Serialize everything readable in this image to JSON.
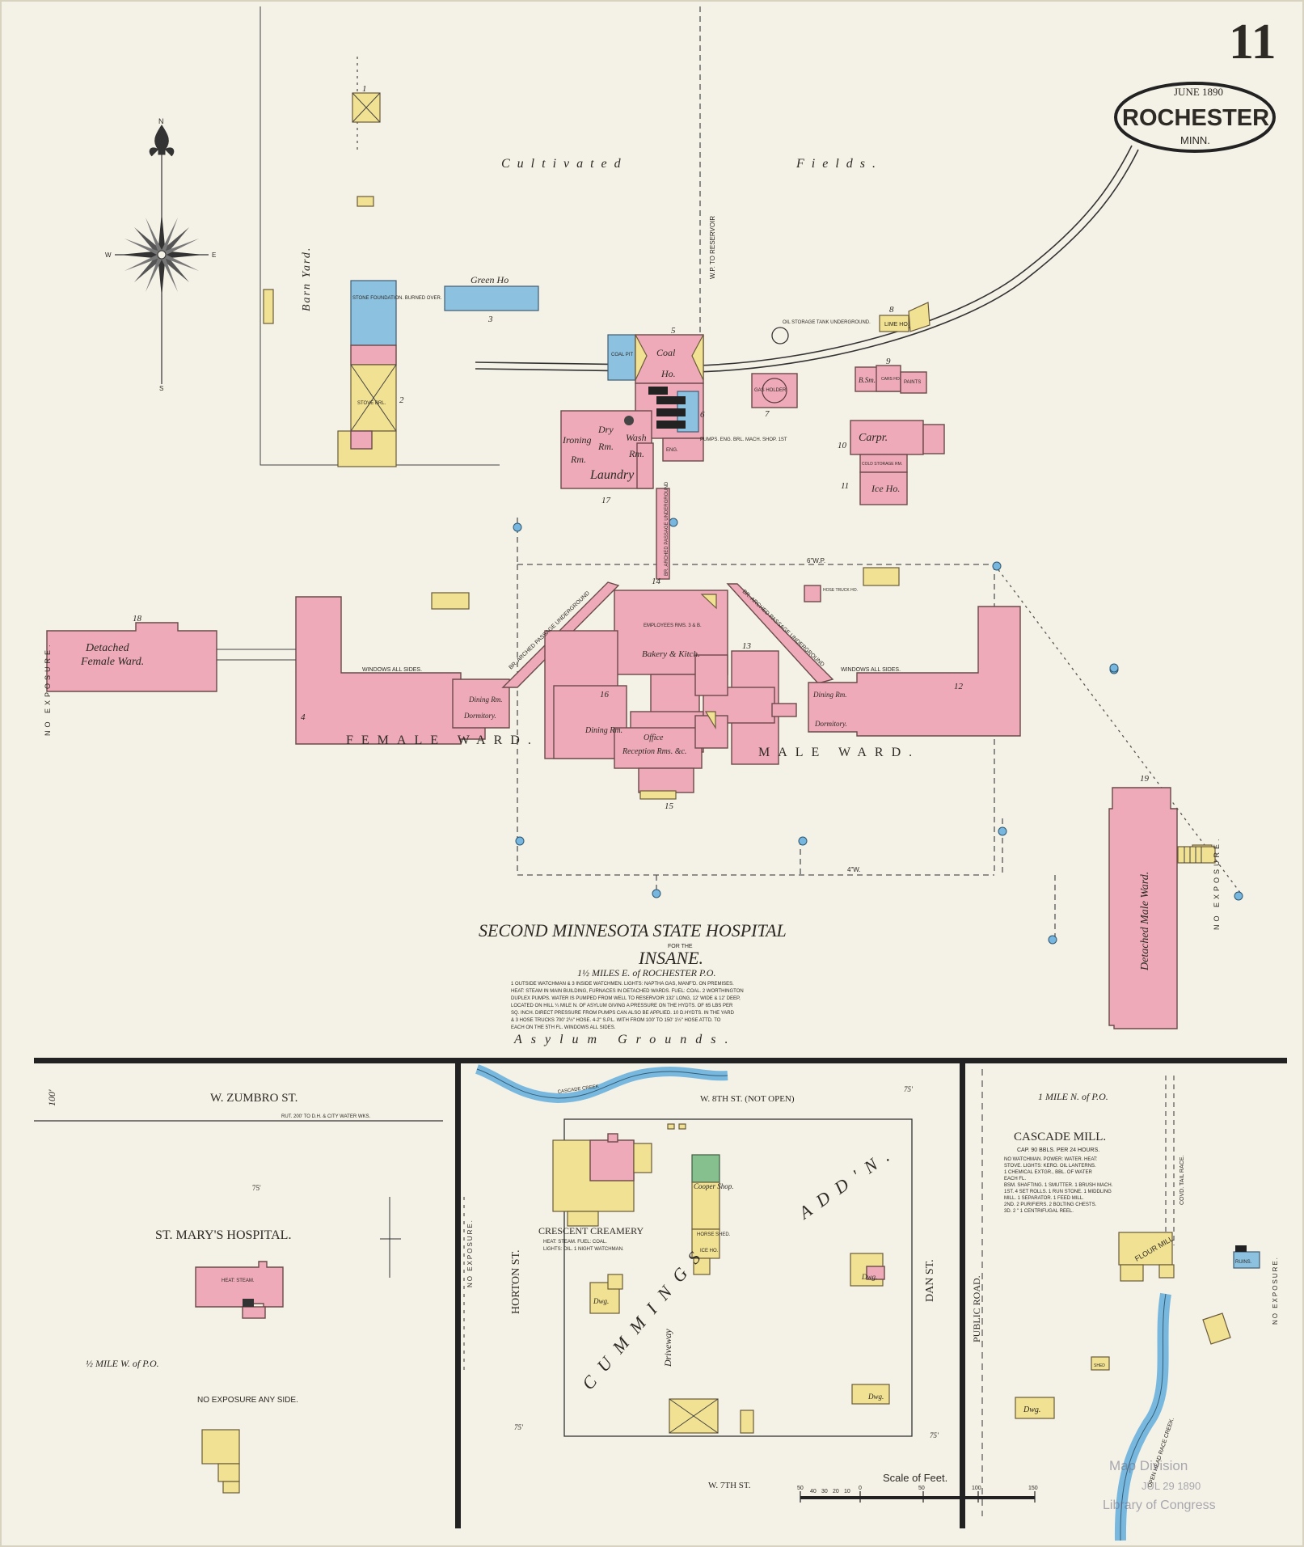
{
  "sheet": {
    "number": "11",
    "date": "JUNE 1890",
    "city": "ROCHESTER",
    "state": "MINN."
  },
  "compass": {
    "n": "N",
    "s": "S",
    "e": "E",
    "w": "W"
  },
  "main_area": {
    "cultivated": "Cultivated",
    "fields": "Fields.",
    "barn_yard": "Barn Yard.",
    "main_to_reservoir": "W.P. TO RESERVOIR",
    "green_ho": "Green Ho",
    "oil_tank": "OIL STORAGE TANK UNDERGROUND.",
    "stone_foundation": "STONE FOUNDATION. BURNED OVER.",
    "stove_brl": "STOVE BRL.",
    "coal": "Coal",
    "coal_ho": "Ho.",
    "coal_pit": "COAL PIT",
    "gas_holder": "GAS HOLDER",
    "lime_ho": "LIME HO.",
    "b_sm": "B.Sm.",
    "cars": "CARS HO.",
    "paints": "PAINTS",
    "carpr": "Carpr.",
    "cold_storage": "COLD STORAGE RM.",
    "ice_ho": "Ice Ho.",
    "ironing": "Ironing",
    "ironing_rm": "Rm.",
    "dry": "Dry",
    "dry_rm": "Rm.",
    "wash": "Wash",
    "wash_rm": "Rm.",
    "laundry": "Laundry",
    "eng": "ENG.",
    "pumps": "PUMPS. ENG. BRL. MACH. SHOP. 1ST",
    "hose_truck": "HOSE TRUCK HO.",
    "g_wp": "6\"W.P.",
    "w4": "4\"W.",
    "passage_left": "BR. ARCHED PASSAGE UNDERGROUND",
    "passage_right": "BR. ARCHED PASSAGE UNDERGROUND",
    "passage_top": "BR. ARCHED PASSAGE UNDERGROUND",
    "detached_female": "Detached",
    "detached_female2": "Female Ward.",
    "windows_left": "WINDOWS ALL SIDES.",
    "windows_right": "WINDOWS ALL SIDES.",
    "dining_l": "Dining Rm.",
    "dormitory_l": "Dormitory.",
    "dining_r": "Dining Rm.",
    "dormitory_r": "Dormitory.",
    "employees": "EMPLOYEES RMS. 3 & B.",
    "bakery": "Bakery & Kitch.",
    "dining_c": "Dining Rm.",
    "office": "Office",
    "reception": "Reception Rms. &c.",
    "female_ward": "FEMALE WARD.",
    "male_ward": "MALE WARD.",
    "detached_male": "Detached Male Ward.",
    "no_exposure_left": "NO EXPOSURE.",
    "no_exposure_right": "NO EXPOSURE.",
    "title1": "SECOND MINNESOTA STATE HOSPITAL",
    "title_for": "FOR THE",
    "title2": "INSANE.",
    "distance": "1½ MILES E. of ROCHESTER P.O.",
    "notes": [
      "1 OUTSIDE WATCHMAN & 3 INSIDE WATCHMEN. LIGHTS: NAPTHA GAS, MANF'D. ON PREMISES.",
      "HEAT: STEAM IN MAIN BUILDING, FURNACES IN DETACHED WARDS. FUEL: COAL. 2 WORTHINGTON",
      "DUPLEX PUMPS. WATER IS PUMPED FROM WELL TO RESERVOIR 132' LONG, 12' WIDE & 12' DEEP,",
      "LOCATED ON HILL ¼ MILE N. OF ASYLUM GIVING A PRESSURE ON THE HYDTS. OF 65 LBS PER",
      "SQ. INCH. DIRECT PRESSURE FROM PUMPS CAN ALSO BE APPLIED. 10 D.HYDTS. IN THE YARD",
      "& 3 HOSE TRUCKS 700' 2½\" HOSE. 4-2\" S.P.L. WITH FROM 100' TO 150' 1½\" HOSE ATTD. TO",
      "EACH ON THE 5TH FL. WINDOWS ALL SIDES."
    ],
    "asylum_grounds": "Asylum Grounds.",
    "bldg_numbers": [
      "1",
      "2",
      "3",
      "4",
      "5",
      "6",
      "7",
      "8",
      "9",
      "10",
      "11",
      "12",
      "13",
      "14",
      "15",
      "16",
      "17",
      "18",
      "19"
    ]
  },
  "st_marys": {
    "street": "W. ZUMBRO ST.",
    "road_note": "RUT. 200' TO D.H. & CITY WATER WKS.",
    "dim_100": "100'",
    "dim_75": "75'",
    "name": "ST. MARY'S HOSPITAL.",
    "heat": "HEAT: STEAM.",
    "distance": "½ MILE W. of P.O.",
    "exposure": "NO EXPOSURE ANY SIDE."
  },
  "creamery": {
    "street_top": "W. 8TH ST. (NOT OPEN)",
    "street_bottom": "W. 7TH ST.",
    "horton": "HORTON ST.",
    "dan": "DAN ST.",
    "exposure": "NO EXPOSURE.",
    "creek": "CASCADE CREEK",
    "name": "CRESCENT CREAMERY",
    "heat": "HEAT: STEAM. FUEL: COAL.",
    "lights": "LIGHTS: OIL. 1 NIGHT WATCHMAN.",
    "cooper": "Cooper Shop.",
    "horse_shed": "HORSE SHED.",
    "ice_ho": "ICE HO.",
    "driveway": "Driveway",
    "dim_75": "75'",
    "dwg": "Dwg.",
    "word_cummings": "CUMMINGS",
    "word_addn": "ADD'N."
  },
  "mill": {
    "public_road": "PUBLIC ROAD.",
    "location": "1 MILE N. of P.O.",
    "name": "CASCADE MILL.",
    "capacity": "CAP. 90 BBLS. PER 24 HOURS.",
    "details": [
      "NO WATCHMAN. POWER: WATER. HEAT:",
      "STOVE. LIGHTS: KERO. OIL LANTERNS.",
      "1 CHEMICAL EXTGR., BBL. OF WATER",
      "EACH FL.",
      "BSM. SHAFTING. 1 SMUTTER. 1 BRUSH MACH.",
      "1ST. 4 SET ROLLS. 1 RUN STONE. 1 MIDDLING",
      "MILL. 1 SEPARATOR. 1 FEED MILL.",
      "2ND. 2 PURIFIERS. 2 BOLTING CHESTS.",
      "3D. 2 \"  1 CENTRIFUGAL REEL."
    ],
    "tail_race": "COVD. TAIL RACE.",
    "head_race": "OPEN HEAD RACE CREEK.",
    "flour_mill": "FLOUR MILL",
    "dwg": "Dwg.",
    "shed": "SHED",
    "ruins": "RUINS.",
    "exposure": "NO EXPOSURE."
  },
  "scale": {
    "title": "Scale of Feet.",
    "ticks": [
      "50",
      "40",
      "30",
      "20",
      "10",
      "0",
      "50",
      "100",
      "150"
    ]
  },
  "stamp": {
    "line1": "Map Division",
    "line2": "JUL 29 1890",
    "line3": "Library of Congress"
  },
  "colors": {
    "brick": "#eeaab8",
    "frame": "#f1e192",
    "stone": "#8cc2e0",
    "special": "#86c08e",
    "paper": "#f4f1e6",
    "water": "#78b8de"
  }
}
